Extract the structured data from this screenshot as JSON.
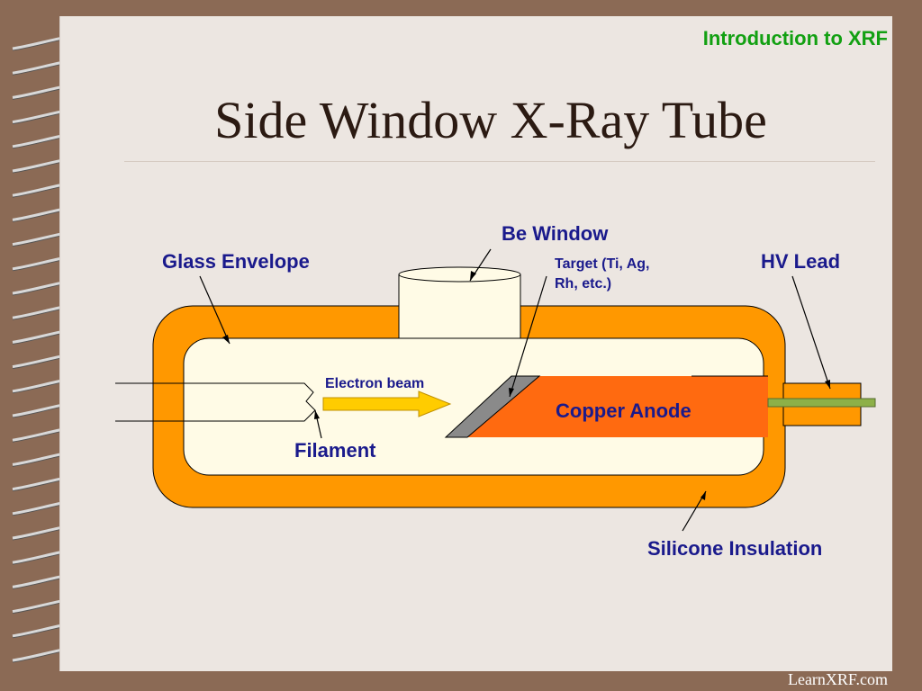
{
  "header": {
    "tag": "Introduction to XRF"
  },
  "slide": {
    "title": "Side Window X-Ray Tube"
  },
  "labels": {
    "be_window": "Be Window",
    "glass_envelope": "Glass Envelope",
    "target_line1": "Target (Ti, Ag,",
    "target_line2": "Rh, etc.)",
    "hv_lead": "HV Lead",
    "electron_beam": "Electron beam",
    "copper_anode": "Copper Anode",
    "filament": "Filament",
    "silicone_insulation": "Silicone Insulation"
  },
  "footer": {
    "site": "LearnXRF.com"
  },
  "colors": {
    "background": "#8b6a55",
    "page": "#ece6e1",
    "title": "#2b1a12",
    "header_tag": "#12a012",
    "label": "#1a1a8c",
    "silicone": "#ff9800",
    "glass_interior": "#fffbe6",
    "copper_anode": "#ff6a10",
    "target": "#8a8a8a",
    "beam_arrow": "#ffcc00",
    "hv_rod": "#8db048"
  },
  "icons": {
    "binding": "spiral-binding-coil"
  }
}
